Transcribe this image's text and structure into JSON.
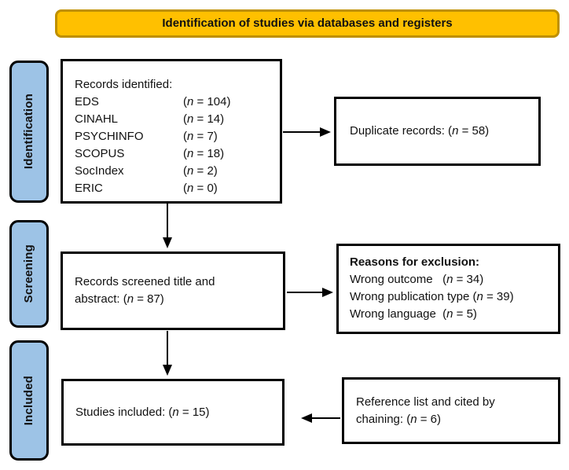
{
  "colors": {
    "gold": "#FFC000",
    "gold_border": "#BF9000",
    "blue": "#9DC3E6",
    "box_border": "#000000"
  },
  "header": {
    "title": "Identification of studies via databases and registers"
  },
  "sidebar": {
    "stages": [
      {
        "label": "Identification"
      },
      {
        "label": "Screening"
      },
      {
        "label": "Included"
      }
    ]
  },
  "boxes": {
    "records_identified": {
      "title": "Records identified:",
      "sources": [
        {
          "name": "EDS",
          "count": "(n = 104)"
        },
        {
          "name": "CINAHL",
          "count": "(n = 14)"
        },
        {
          "name": "PSYCHINFO",
          "count": "(n = 7)"
        },
        {
          "name": "SCOPUS",
          "count": "(n = 18)"
        },
        {
          "name": "SocIndex",
          "count": "(n = 2)"
        },
        {
          "name": "ERIC",
          "count": "(n = 0)"
        }
      ]
    },
    "duplicates": {
      "text": "Duplicate records: (n = 58)"
    },
    "screened": {
      "text": "Records screened title and abstract: (n = 87)"
    },
    "exclusion": {
      "title": "Reasons for exclusion:",
      "reasons": [
        "Wrong outcome   (n = 34)",
        "Wrong publication type (n = 39)",
        "Wrong language  (n = 5)"
      ]
    },
    "included": {
      "text": "Studies included: (n = 15)"
    },
    "reference": {
      "text": "Reference list and cited by chaining: (n = 6)"
    }
  }
}
